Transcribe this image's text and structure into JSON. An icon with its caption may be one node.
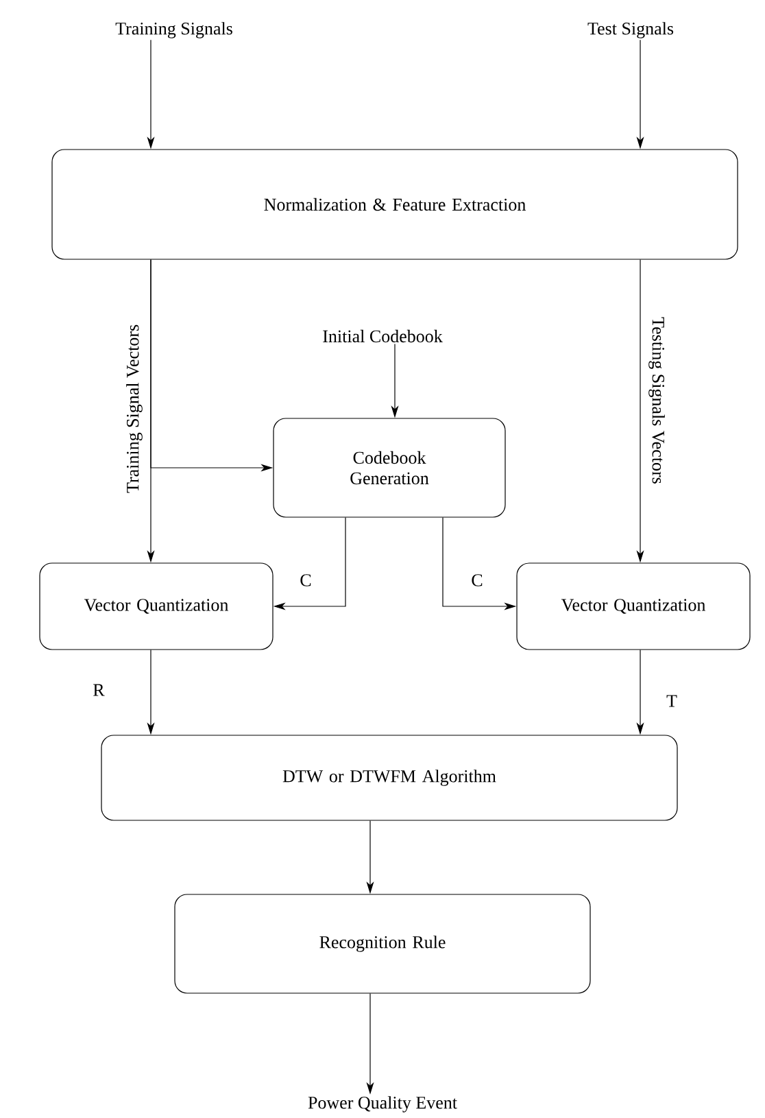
{
  "diagram": {
    "nodes": [
      {
        "text": [
          "Training Signals"
        ]
      },
      {
        "text": [
          "Test Signals"
        ]
      },
      {
        "text": [
          "Normalization & Feature Extraction"
        ]
      },
      {
        "text": [
          "Initial Codebook"
        ]
      },
      {
        "text": [
          "Codebook Generation"
        ]
      },
      {
        "text": [
          "Vector Quantization"
        ]
      },
      {
        "text": [
          "Vector Quantization"
        ]
      },
      {
        "text": [
          "DTW or DTWFM Algorithm"
        ]
      },
      {
        "text": [
          "Recognition Rule"
        ]
      },
      {
        "text": [
          "Power Quality Event"
        ]
      }
    ],
    "edges": [
      {
        "from": 0,
        "to": 2,
        "arrow": "to"
      },
      {
        "from": 1,
        "to": 2,
        "arrow": "to"
      },
      {
        "from": 2,
        "to": 5,
        "arrow": "to",
        "label": "Training Signal Vectors"
      },
      {
        "from": 2,
        "to": 6,
        "arrow": "to",
        "label": "Testing Signals Vectors"
      },
      {
        "from": 2,
        "to": 4,
        "arrow": "to"
      },
      {
        "from": 3,
        "to": 4,
        "arrow": "to"
      },
      {
        "from": 4,
        "to": 5,
        "arrow": "to",
        "label": "C"
      },
      {
        "from": 4,
        "to": 6,
        "arrow": "to",
        "label": "C"
      },
      {
        "from": 5,
        "to": 7,
        "arrow": "to",
        "label": "R"
      },
      {
        "from": 6,
        "to": 7,
        "arrow": "to",
        "label": "T"
      },
      {
        "from": 7,
        "to": 8,
        "arrow": "to"
      },
      {
        "from": 8,
        "to": 9,
        "arrow": "to"
      }
    ]
  }
}
